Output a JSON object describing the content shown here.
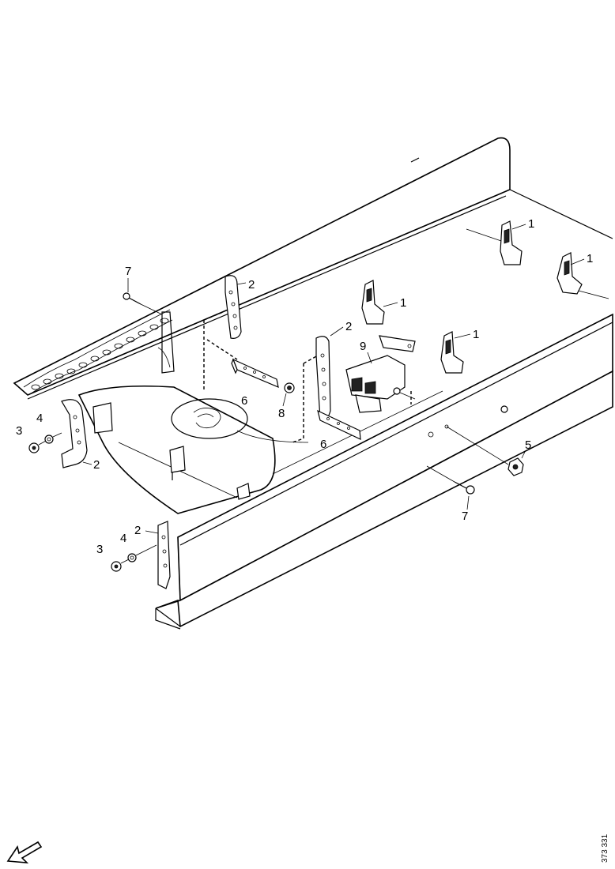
{
  "callouts": {
    "c1a": "1",
    "c1b": "1",
    "c1c": "1",
    "c1d": "1",
    "c2a": "2",
    "c2b": "2",
    "c2c": "2",
    "c2d": "2",
    "c3a": "3",
    "c3b": "3",
    "c4a": "4",
    "c4b": "4",
    "c5": "5",
    "c6a": "6",
    "c6b": "6",
    "c7a": "7",
    "c7b": "7",
    "c8": "8",
    "c9": "9"
  },
  "reference_number": "373 331",
  "icons": {
    "direction": "forward-arrow-icon"
  }
}
